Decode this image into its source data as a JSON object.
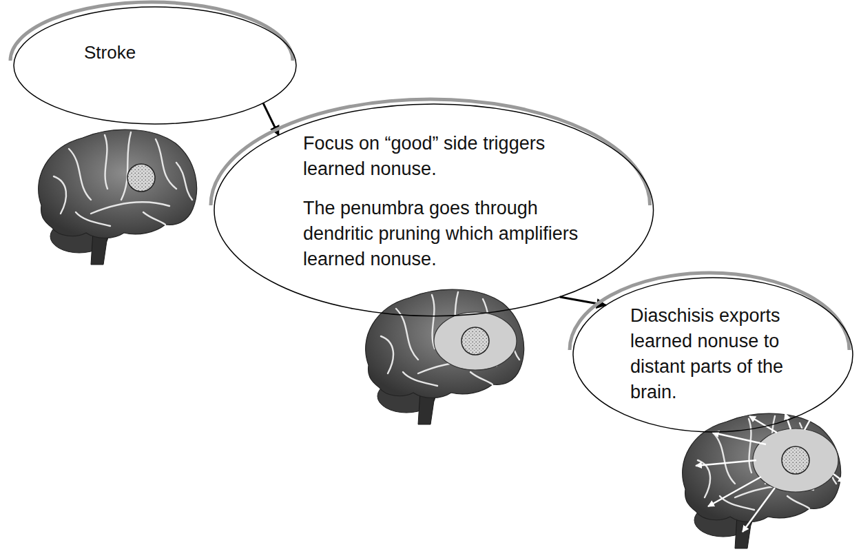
{
  "diagram": {
    "nodes": [
      {
        "text": [
          "Stroke"
        ]
      },
      {
        "text": [
          "Focus on “good” side triggers learned nonuse.",
          "The penumbra goes through dendritic pruning which amplifiers learned nonuse."
        ]
      },
      {
        "text": [
          "Diaschisis exports learned nonuse to distant parts of the brain."
        ]
      }
    ],
    "edges": [
      {
        "from": 0,
        "to": 1,
        "arrow": "to"
      },
      {
        "from": 1,
        "to": 2,
        "arrow": "to"
      }
    ]
  }
}
